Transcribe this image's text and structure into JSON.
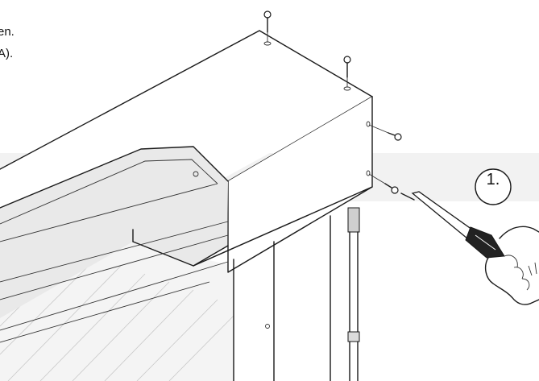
{
  "caption": {
    "line1": "en.",
    "line2": "A)."
  },
  "step_badge": {
    "label": "1."
  },
  "colors": {
    "line": "#1a1a1a",
    "shade": "#e6e6e6",
    "background": "#ffffff"
  }
}
